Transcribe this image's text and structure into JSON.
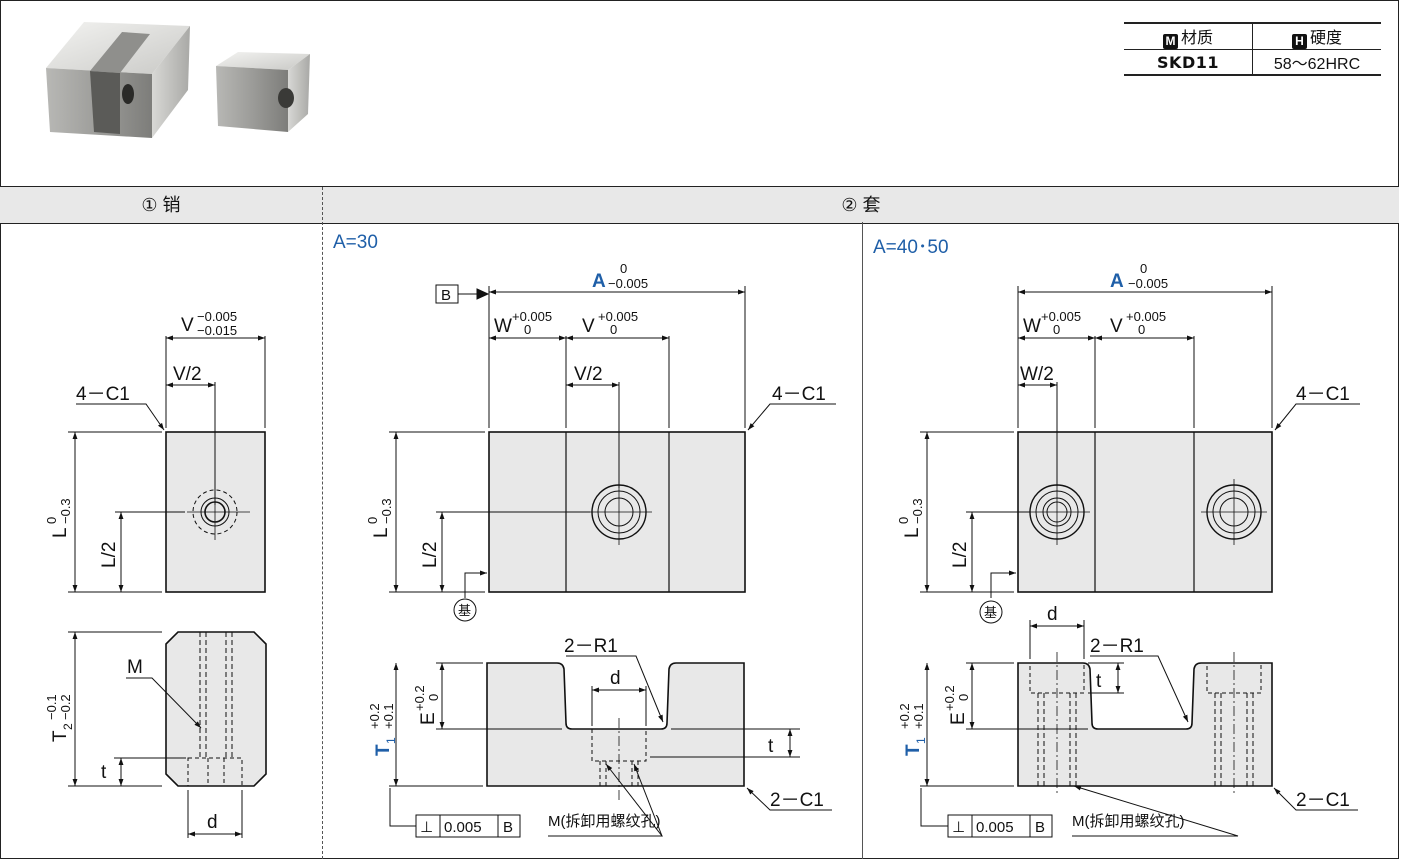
{
  "material_table": {
    "material_badge": "M",
    "material_header": "材质",
    "hardness_badge": "H",
    "hardness_header": "硬度",
    "material_value": "SKD11",
    "hardness_value": "58～62HRC"
  },
  "sections": {
    "pin_header": "① 销",
    "sleeve_header": "② 套"
  },
  "variants": {
    "a30": "A=30",
    "a40_50": "A=40･50"
  },
  "labels": {
    "A": "A",
    "A_tol_upper": "0",
    "A_tol_lower": "−0.005",
    "V": "V",
    "V_pin_tol_upper": "−0.005",
    "V_pin_tol_lower": "−0.015",
    "V_tol_upper": "+0.005",
    "V_tol_lower": "0",
    "W": "W",
    "W_tol_upper": "+0.005",
    "W_tol_lower": "0",
    "V_half": "V/2",
    "W_half": "W/2",
    "L": "L",
    "L_tol_upper": "0",
    "L_tol_lower": "−0.3",
    "L_half": "L/2",
    "chamfer_4": "4－C1",
    "chamfer_2": "2－C1",
    "radius_2": "2－R1",
    "M": "M",
    "t": "t",
    "d": "d",
    "T2": "T",
    "T2_sub": "2",
    "T2_tol_upper": "−0.1",
    "T2_tol_lower": "−0.2",
    "T1": "T",
    "T1_sub": "1",
    "T1_tol_upper": "+0.2",
    "T1_tol_lower": "+0.1",
    "E": "E",
    "E_tol_upper": "+0.2",
    "E_tol_lower": "0",
    "datum_B": "B",
    "datum_base": "基",
    "perp_symbol": "⊥",
    "perp_value": "0.005",
    "perp_datum": "B",
    "M_removal": "M(拆卸用螺纹孔)"
  },
  "colors": {
    "accent_blue": "#1f5fa8",
    "part_fill": "#e8e8e8",
    "header_fill": "#e8e8e8",
    "line": "#111111"
  }
}
